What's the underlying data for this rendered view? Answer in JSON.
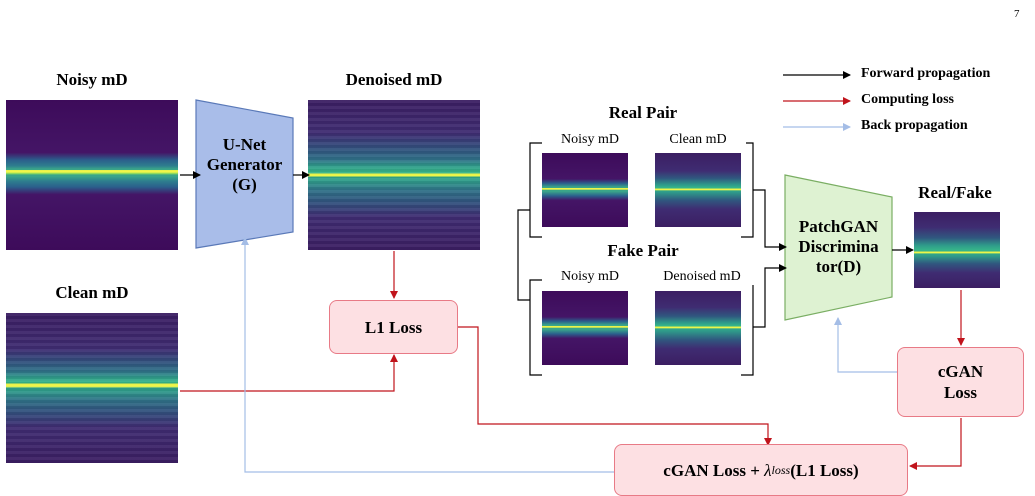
{
  "page_number": "7",
  "legend": {
    "forward": "Forward propagation",
    "loss": "Computing loss",
    "back": "Back propagation"
  },
  "colors": {
    "forward": "#000000",
    "loss": "#c0141c",
    "back": "#a4bde6",
    "generator_fill": "#a9bde9",
    "discriminator_fill": "#def2d2",
    "loss_box_fill": "#fde0e3"
  },
  "labels": {
    "noisy_md": "Noisy mD",
    "denoised_md": "Denoised mD",
    "clean_md": "Clean mD",
    "real_pair": "Real Pair",
    "fake_pair": "Fake Pair",
    "real_pair_noisy": "Noisy mD",
    "real_pair_clean": "Clean mD",
    "fake_pair_noisy": "Noisy mD",
    "fake_pair_denoised": "Denoised mD",
    "real_fake": "Real/Fake"
  },
  "generator": {
    "line1": "U-Net",
    "line2": "Generator",
    "line3": "(G)"
  },
  "discriminator": {
    "line1": "PatchGAN",
    "line2": "Discrimina",
    "line3": "tor(D)"
  },
  "boxes": {
    "l1_loss": "L1 Loss",
    "cgan_line1": "cGAN",
    "cgan_line2": "Loss",
    "total_prefix": "cGAN Loss + ",
    "total_lambda": "λ",
    "total_sub": "loss",
    "total_suffix": "(L1 Loss)"
  }
}
